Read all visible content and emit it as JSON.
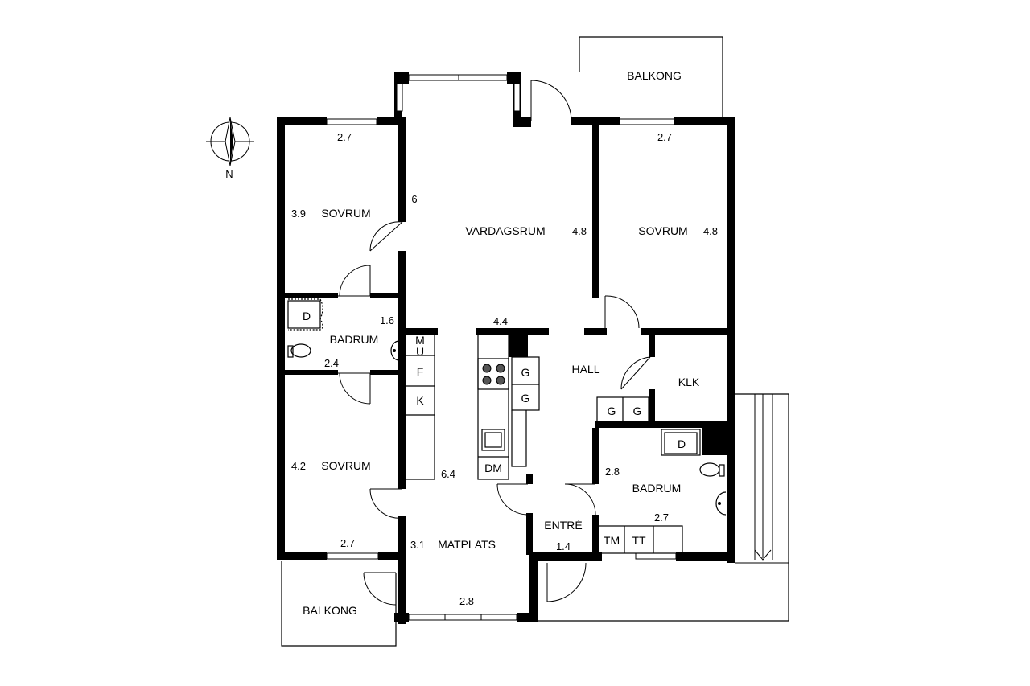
{
  "compass": {
    "label": "N"
  },
  "rooms": {
    "balkong_top": "BALKONG",
    "balkong_bottom": "BALKONG",
    "sovrum_nw": "SOVRUM",
    "sovrum_ne": "SOVRUM",
    "sovrum_sw": "SOVRUM",
    "vardagsrum": "VARDAGSRUM",
    "badrum_w": "BADRUM",
    "badrum_e": "BADRUM",
    "hall": "HALL",
    "klk": "KLK",
    "entre": "ENTRÉ",
    "matplats": "MATPLATS"
  },
  "dimensions": {
    "sovrum_nw_width": "2.7",
    "sovrum_nw_depth": "3.9",
    "vardagsrum_side": "6",
    "vardagsrum_depth": "4.8",
    "sovrum_ne_width": "2.7",
    "sovrum_ne_depth": "4.8",
    "badrum_w_depth": "1.6",
    "badrum_w_width": "2.4",
    "kitchen_width": "4.4",
    "sovrum_sw_depth": "4.2",
    "sovrum_sw_width": "2.7",
    "kitchen_depth": "6.4",
    "matplats_depth": "3.1",
    "matplats_width": "2.8",
    "badrum_e_depth": "2.8",
    "badrum_e_width": "2.7",
    "entre_width": "1.4"
  },
  "fixtures": {
    "mu": "M\nU",
    "m": "M",
    "u": "U",
    "f": "F",
    "k": "K",
    "g1": "G",
    "g2": "G",
    "dm": "DM",
    "g_hall_1": "G",
    "g_hall_2": "G",
    "d_w": "D",
    "d_e": "D",
    "tm": "TM",
    "tt": "TT"
  }
}
